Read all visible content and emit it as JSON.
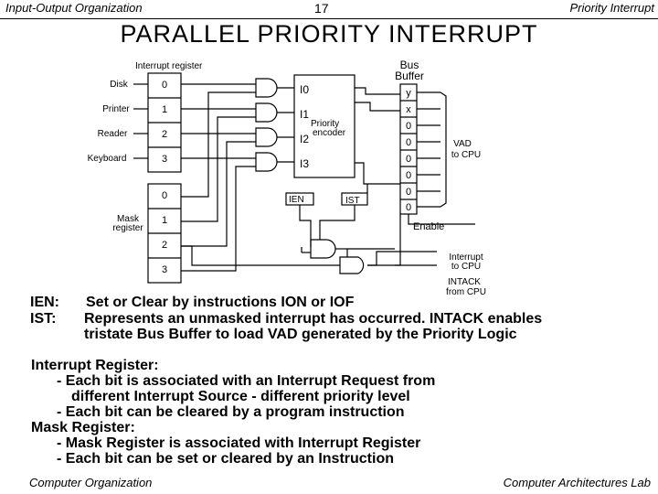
{
  "header": {
    "left": "Input-Output Organization",
    "page_number": "17",
    "right": "Priority Interrupt"
  },
  "title": "PARALLEL  PRIORITY  INTERRUPT",
  "diagram": {
    "interrupt_register_label": "Interrupt register",
    "bus_buffer_label_line1": "Bus",
    "bus_buffer_label_line2": "Buffer",
    "devices": [
      "Disk",
      "Printer",
      "Reader",
      "Keyboard"
    ],
    "interrupt_bits": [
      "0",
      "1",
      "2",
      "3"
    ],
    "mask_register_label_line1": "Mask",
    "mask_register_label_line2": "register",
    "mask_bits": [
      "0",
      "1",
      "2",
      "3"
    ],
    "encoder_inputs": [
      "I0",
      "I1",
      "I2",
      "I3"
    ],
    "encoder_label_line1": "Priority",
    "encoder_label_line2": "encoder",
    "ien_label": "IEN",
    "ist_label": "IST",
    "bus_bits": [
      "y",
      "x",
      "0",
      "0",
      "0",
      "0",
      "0",
      "0"
    ],
    "vad_label_line1": "VAD",
    "vad_label_line2": "to CPU",
    "enable_label": "Enable",
    "interrupt_to_cpu_line1": "Interrupt",
    "interrupt_to_cpu_line2": "to CPU",
    "intack_line1": "INTACK",
    "intack_line2": "from CPU"
  },
  "legend": {
    "ien_term": "IEN:",
    "ien_desc": "Set or Clear by instructions ION or IOF",
    "ist_term": "IST:",
    "ist_desc_line1": "Represents an unmasked interrupt has occurred. INTACK enables",
    "ist_desc_line2": "tristate Bus Buffer to load VAD generated by the Priority Logic"
  },
  "notes": [
    "Interrupt Register:",
    "    - Each bit is associated with an Interrupt Request from",
    "        different Interrupt Source - different priority level",
    "    - Each bit can be cleared by a program instruction",
    "Mask Register:",
    "    - Mask Register is associated with Interrupt Register",
    "    - Each bit can be set or cleared by an Instruction"
  ],
  "footer": {
    "left": "Computer Organization",
    "right": "Computer Architectures Lab"
  }
}
